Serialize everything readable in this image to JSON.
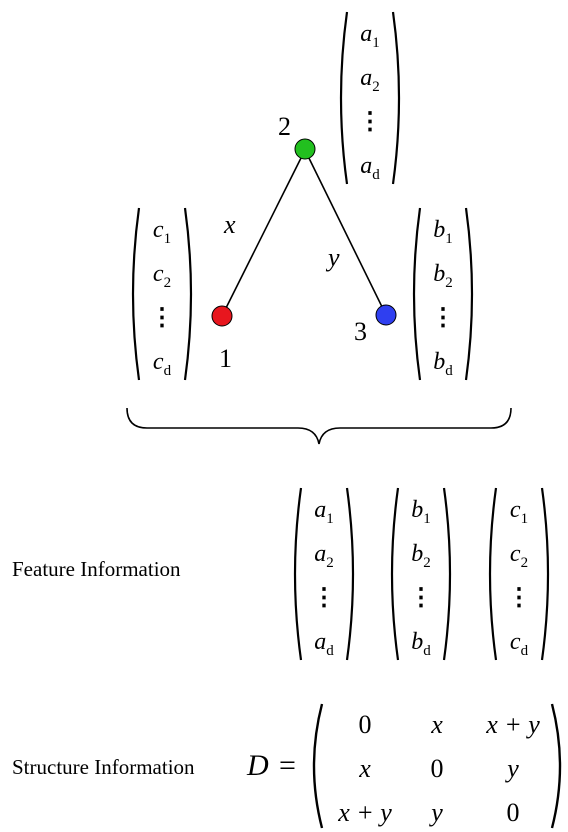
{
  "graph": {
    "nodes": [
      {
        "id": "1",
        "label": "1",
        "color": "#e8161e"
      },
      {
        "id": "2",
        "label": "2",
        "color": "#22c01f"
      },
      {
        "id": "3",
        "label": "3",
        "color": "#2f3ff0"
      }
    ],
    "edges": [
      {
        "from": "1",
        "to": "2",
        "label": "x"
      },
      {
        "from": "2",
        "to": "3",
        "label": "y"
      }
    ]
  },
  "vectors": {
    "a": {
      "entries": [
        {
          "base": "a",
          "sub": "1"
        },
        {
          "base": "a",
          "sub": "2"
        },
        {
          "base": "⋮",
          "sub": ""
        },
        {
          "base": "a",
          "sub": "d"
        }
      ]
    },
    "b": {
      "entries": [
        {
          "base": "b",
          "sub": "1"
        },
        {
          "base": "b",
          "sub": "2"
        },
        {
          "base": "⋮",
          "sub": ""
        },
        {
          "base": "b",
          "sub": "d"
        }
      ]
    },
    "c": {
      "entries": [
        {
          "base": "c",
          "sub": "1"
        },
        {
          "base": "c",
          "sub": "2"
        },
        {
          "base": "⋮",
          "sub": ""
        },
        {
          "base": "c",
          "sub": "d"
        }
      ]
    }
  },
  "feature": {
    "label": "Feature Information"
  },
  "structure": {
    "label": "Structure Information",
    "matrix_name": "D",
    "equals": "=",
    "rows": [
      [
        "0",
        "x",
        "x + y"
      ],
      [
        "x",
        "0",
        "y"
      ],
      [
        "x + y",
        "y",
        "0"
      ]
    ]
  }
}
